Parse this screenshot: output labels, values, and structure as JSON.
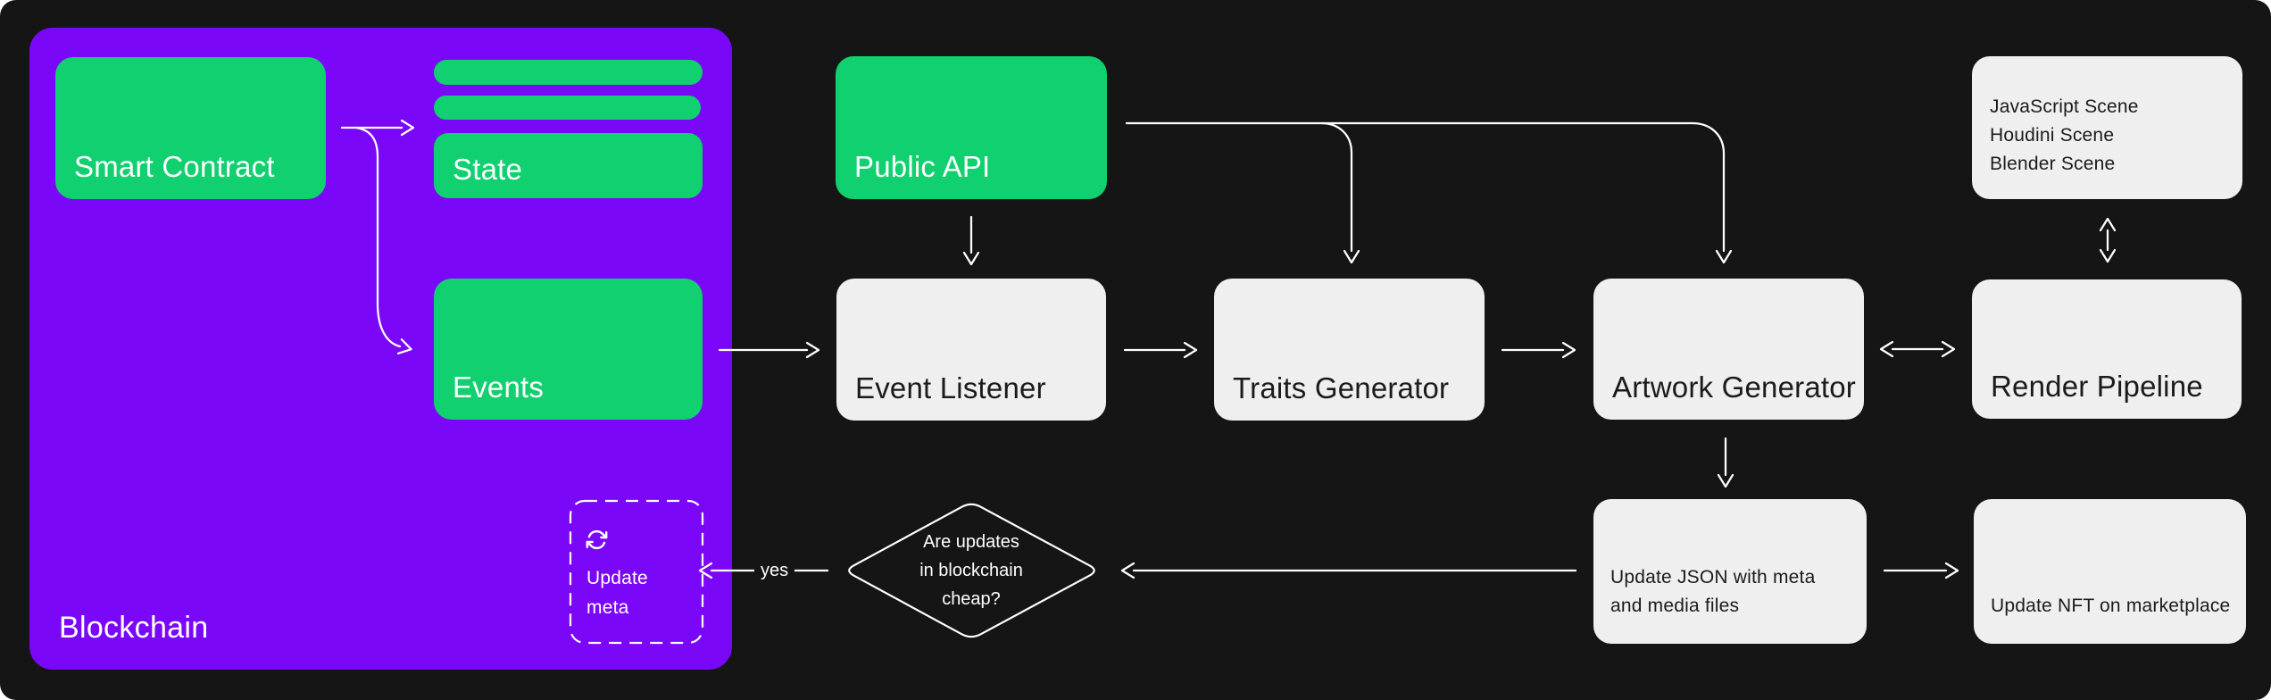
{
  "colors": {
    "bg": "#151515",
    "purple": "#7A07F8",
    "green": "#10D06F",
    "light": "#EFEFEF",
    "white": "#FFFFFF",
    "dark_text": "#1B1B1B"
  },
  "blockchain_panel": {
    "title": "Blockchain"
  },
  "nodes": {
    "smart_contract": {
      "label": "Smart Contract"
    },
    "state": {
      "label": "State"
    },
    "events": {
      "label": "Events"
    },
    "public_api": {
      "label": "Public API"
    },
    "event_listener": {
      "label": "Event Listener"
    },
    "traits_generator": {
      "label": "Traits Generator"
    },
    "artwork_generator": {
      "label": "Artwork Generator"
    },
    "render_pipeline": {
      "label": "Render Pipeline"
    },
    "scenes": {
      "lines": [
        "JavaScript Scene",
        "Houdini Scene",
        "Blender Scene"
      ]
    },
    "update_json": {
      "lines": [
        "Update JSON with meta",
        "and media files"
      ]
    },
    "update_nft": {
      "label": "Update NFT on marketplace"
    },
    "update_meta": {
      "lines": [
        "Update",
        "meta"
      ],
      "icon": "refresh-icon"
    },
    "decision": {
      "lines": [
        "Are updates",
        "in blockchain",
        "cheap?"
      ]
    }
  },
  "edge_labels": {
    "yes": "yes"
  }
}
